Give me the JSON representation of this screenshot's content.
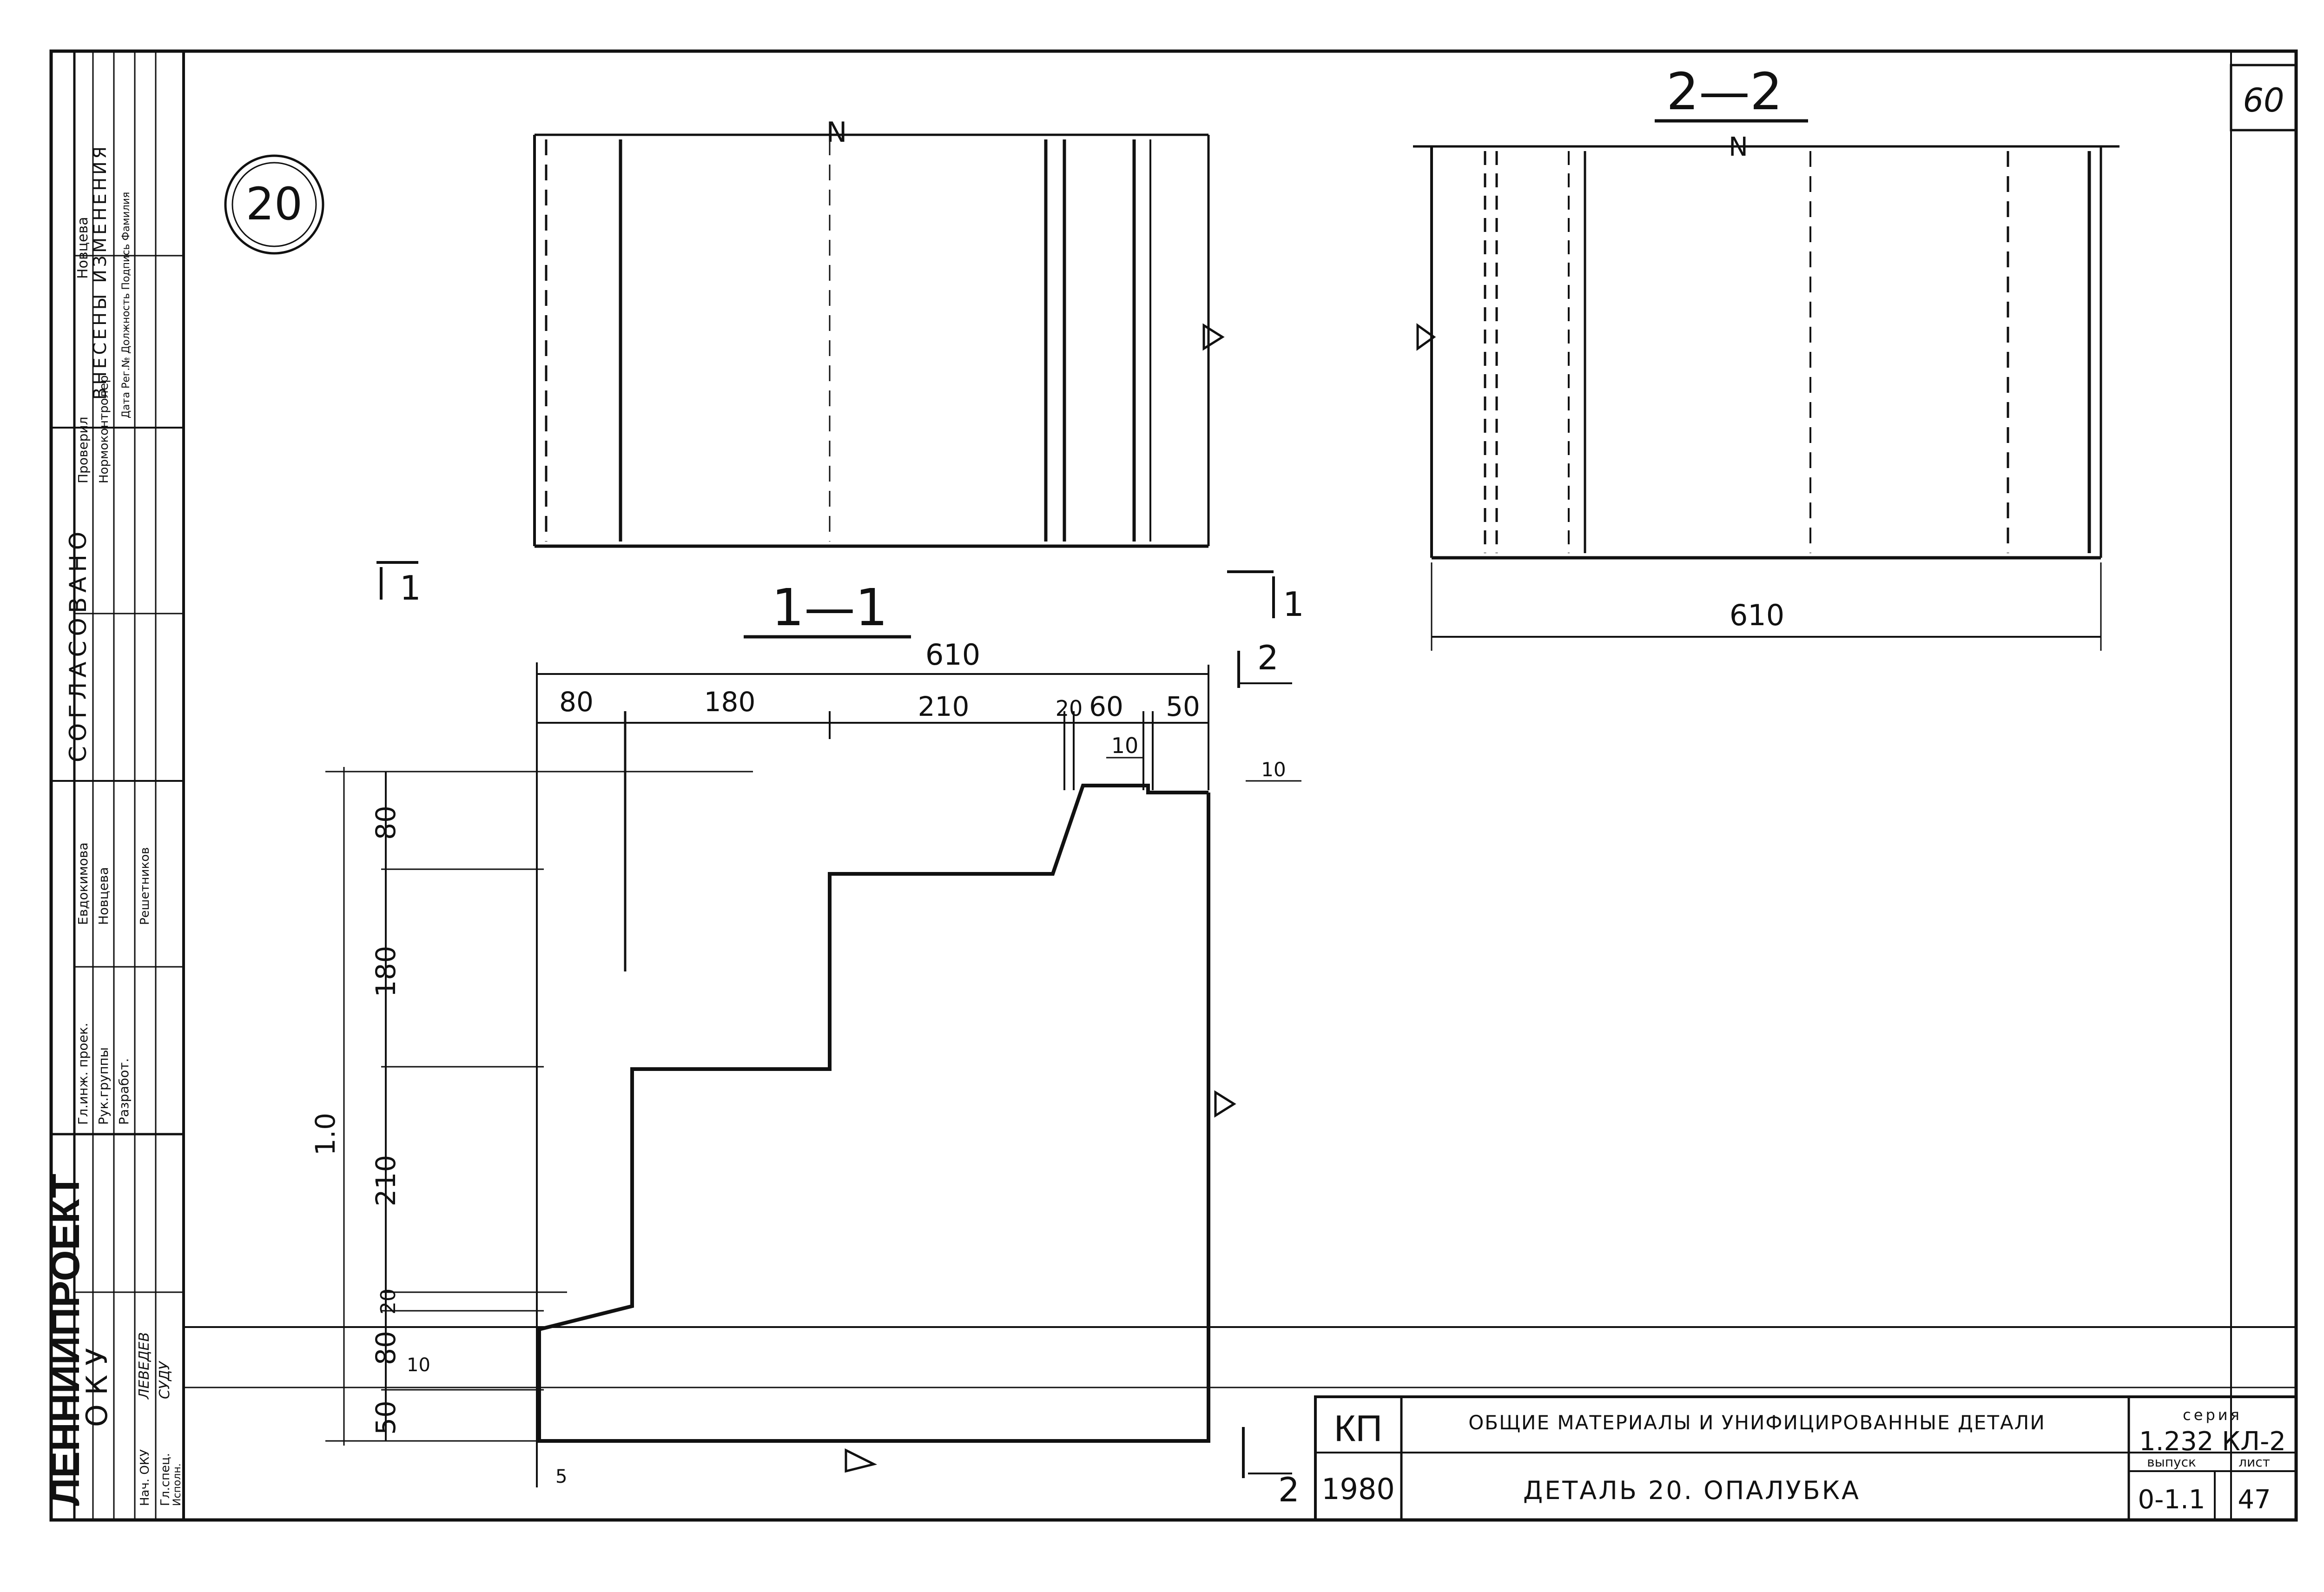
{
  "sheet": {
    "detail_number": "20",
    "sheet_mark": "60"
  },
  "sections": {
    "section_1": "1—1",
    "section_2": "2—2",
    "cut_1_left": "1",
    "cut_1_right": "1",
    "cut_2_top": "2",
    "cut_2_bottom": "2",
    "mark_n_top": "N",
    "mark_n_right": "N"
  },
  "dimensions": {
    "overall_width": "610",
    "top": [
      "80",
      "180",
      "210",
      "20",
      "60",
      "50"
    ],
    "step_10": "10",
    "left": [
      "80",
      "180",
      "210",
      "20",
      "80",
      "50"
    ],
    "left_total": "1.0",
    "left_10": "10",
    "bottom_5": "5",
    "side_note": "10",
    "section_2_width": "610"
  },
  "side_strip": {
    "org": "ЛЕННИИПРОЕКТ",
    "letters": "О К У",
    "agreed": "СОГЛАСОВАНО",
    "changes": "ВНЕСЕНЫ ИЗМЕНЕНИЯ",
    "roles": [
      "Гл.инж. проек.",
      "Рук.группы",
      "Разработ.",
      "Проверил",
      "Нормоконтролер"
    ],
    "names": [
      "Евдокимова",
      "Новцева",
      "Решетников",
      "Новцева"
    ],
    "rows": [
      "Нач. ОКУ",
      "Гл.спец.",
      "Исполн."
    ],
    "row_names": [
      "ЛЕВЕДЕВ",
      "СУДУ"
    ],
    "change_columns": "Дата Рег.№ Должность Подпись Фамилия"
  },
  "title_block": {
    "kp": "КП",
    "year": "1980",
    "title_line1": "ОБЩИЕ МАТЕРИАЛЫ И УНИФИЦИРОВАННЫЕ ДЕТАЛИ",
    "title_line2": "ДЕТАЛЬ 20. ОПАЛУБКА",
    "series_label": "серия",
    "series": "1.232 КЛ-2",
    "issue_label": "выпуск",
    "issue": "0-1.1",
    "sheet_label": "лист",
    "sheet_no": "47"
  }
}
